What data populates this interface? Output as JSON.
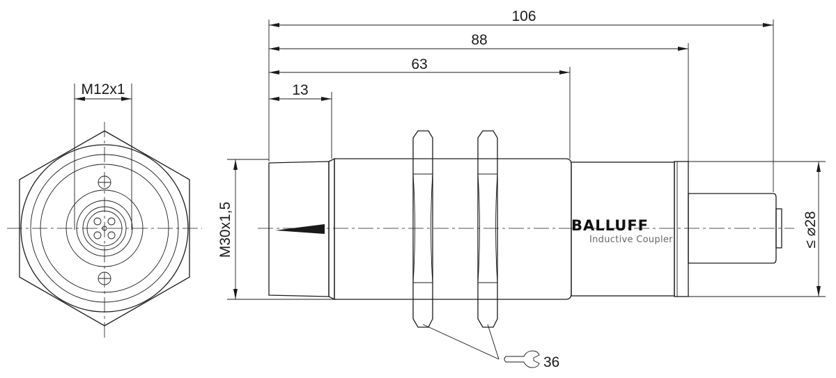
{
  "dimensions": {
    "length_total": "106",
    "length_88": "88",
    "length_63": "63",
    "length_13": "13",
    "thread_connector": "M12x1",
    "thread_body": "M30x1,5",
    "diameter": "≤ ⌀28",
    "wrench_size": "36"
  },
  "label": {
    "brand": "BALLUFF",
    "product": "Inductive Coupler"
  }
}
